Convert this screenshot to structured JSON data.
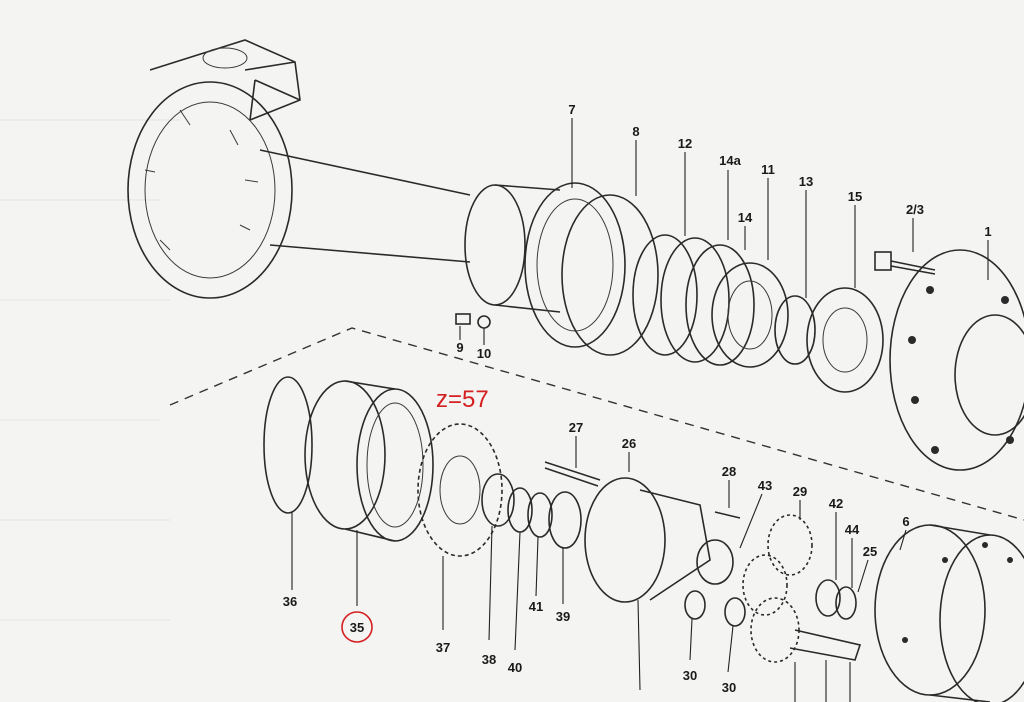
{
  "annotation": {
    "text": "z=57",
    "color": "#d42020"
  },
  "highlighted_part": "35",
  "part_numbers": {
    "p7": "7",
    "p8": "8",
    "p12": "12",
    "p14a": "14a",
    "p11": "11",
    "p14": "14",
    "p13": "13",
    "p15": "15",
    "p2_3": "2/3",
    "p1": "1",
    "p9": "9",
    "p10": "10",
    "p27": "27",
    "p26": "26",
    "p28": "28",
    "p43": "43",
    "p29": "29",
    "p42": "42",
    "p44": "44",
    "p25": "25",
    "p6": "6",
    "p36": "36",
    "p35": "35",
    "p37": "37",
    "p38": "38",
    "p40": "40",
    "p41": "41",
    "p39": "39",
    "p30a": "30",
    "p30b": "30"
  }
}
